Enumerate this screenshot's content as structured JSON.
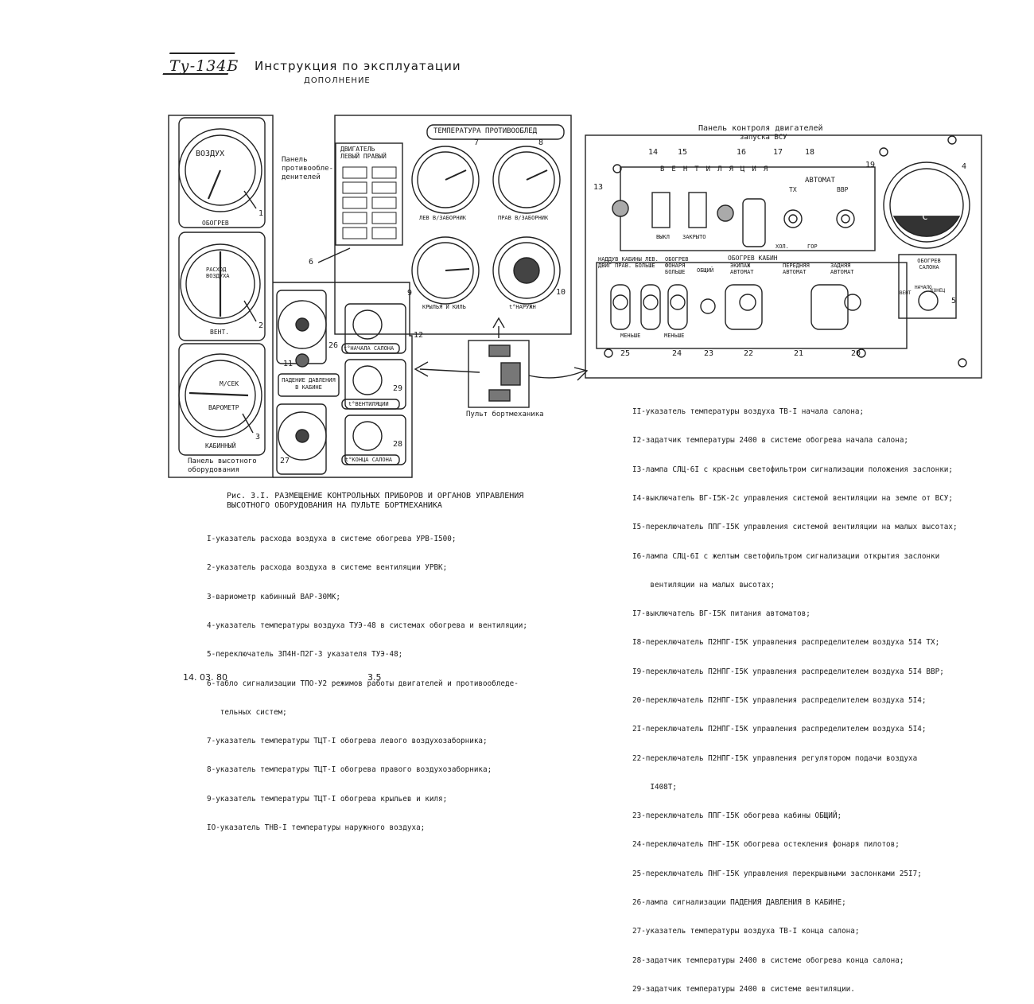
{
  "header": {
    "logo": "Ту-134Б",
    "title": "Инструкция по эксплуатации",
    "subtitle": "ДОПОЛНЕНИЕ"
  },
  "left_panel": {
    "gauge1_label": "ВОЗДУХ",
    "gauge1_btn": "ОБОГРЕВ",
    "gauge2_label": "РАСХОД ВОЗДУХА",
    "gauge2_btn": "ВЕНТ.",
    "gauge3_label": "М/СЕК",
    "gauge3_sub": "ВАРОМЕТР",
    "gauge3_btn": "КАБИННЫЙ",
    "caption": "Панель высотного оборудования",
    "anti_ice_caption": "Панель противообле- денителей"
  },
  "anti_ice_panel": {
    "title": "ТЕМПЕРАТУРА ПРОТИВООБЛЕД",
    "engine_label": "ДВИГАТЕЛЬ ЛЕВЫЙ ПРАВЫЙ",
    "g7": "ЛЕВ В/ЗАБОРНИК",
    "g8": "ПРАВ В/ЗАБОРНИК",
    "g9": "КРЫЛЬЯ И КИЛЬ",
    "g10": "t°НАРУЖН"
  },
  "mech_panel": {
    "l1": "t°НАЧАЛА САЛОНА",
    "l2": "ПАДЕНИЕ ДАВЛЕНИЯ В КАБИНЕ",
    "l3": "t°ВЕНТИЛЯЦИИ",
    "l4": "t°КОНЦА САЛОНА",
    "console": "Пульт бортмеханика"
  },
  "engine_panel": {
    "title": "Панель контроля двигателей",
    "subtitle": "запуска ВСУ",
    "ventilation": "ВЕНТИЛЯЦИЯ",
    "avtomat": "АВТОМАТ",
    "tx": "ТХ",
    "vvr": "ВВР",
    "vykl": "ВЫКЛ",
    "zakryto": "ЗАКРЫТО",
    "hol": "ХОЛ.",
    "gor": "ГОР",
    "obogrev_kabin": "ОБОГРЕВ КАБИН",
    "obshchiy": "ОБЩИЙ",
    "ekipazh": "ЭКИПАЖ АВТОМАТ",
    "perednyaya": "ПЕРЕДНЯЯ АВТОМАТ",
    "zadnyaya": "ЗАДНЯЯ АВТОМАТ",
    "menshe": "МЕНЬШЕ",
    "naddyv": "НАДДУВ КАБИНЫ ЛЕВ. ДВИГ ПРАВ. БОЛЬШЕ",
    "obogrev_fonarya": "ОБОГРЕВ ФОНАРЯ БОЛЬШЕ",
    "obogrev_salona": "ОБОГРЕВ САЛОНА",
    "vent": "ВЕНТ",
    "nachalo": "НАЧАЛО",
    "konec": "КОНЕЦ",
    "unit": "°С"
  },
  "figure_caption": [
    "Рис. 3.I.  РАЗМЕЩЕНИЕ КОНТРОЛЬНЫХ ПРИБОРОВ И ОРГАНОВ УПРАВЛЕНИЯ",
    "           ВЫСОТНОГО ОБОРУДОВАНИЯ НА ПУЛЬТЕ БОРТМЕХАНИКА"
  ],
  "legend_left": [
    "I-указатель расхода воздуха в системе обогрева УРВ-I500;",
    "2-указатель расхода воздуха в системе вентиляции УРВК;",
    "3-вариометр кабинный ВАР-30МК;",
    "4-указатель температуры воздуха ТУЭ-48 в системах обогрева и вентиляции;",
    "5-переключатель ЗП4Н-П2Г-3 указателя ТУЭ-48;",
    "6-табло сигнализации ТПО-У2 режимов работы двигателей и противообледе-",
    "   тельных систем;",
    "7-указатель температуры ТЦТ-I обогрева левого воздухозаборника;",
    "8-указатель температуры ТЦТ-I обогрева правого воздухозаборника;",
    "9-указатель температуры ТЦТ-I обогрева крыльев и киля;",
    "IO-указатель ТНВ-I температуры наружного воздуха;"
  ],
  "legend_right": [
    "II-указатель температуры воздуха ТВ-I начала салона;",
    "I2-задатчик температуры 2400 в системе обогрева начала салона;",
    "I3-лампа СЛЦ-6I с красным светофильтром сигнализации положения заслонки;",
    "I4-выключатель ВГ-I5К-2с управления системой вентиляции на земле от ВСУ;",
    "I5-переключатель ППГ-I5К управления системой вентиляции на малых высотах;",
    "I6-лампа СЛЦ-6I с желтым светофильтром сигнализации открытия заслонки",
    "    вентиляции на малых высотах;",
    "I7-выключатель ВГ-I5К питания автоматов;",
    "I8-переключатель П2НПГ-I5К управления распределителем воздуха 5I4 ТХ;",
    "I9-переключатель П2НПГ-I5К управления распределителем воздуха 5I4 ВВР;",
    "20-переключатель П2НПГ-I5К управления распределителем воздуха 5I4;",
    "2I-переключатель П2НПГ-I5К управления распределителем воздуха 5I4;",
    "22-переключатель П2НПГ-I5К управления регулятором подачи воздуха",
    "    I408Т;",
    "23-переключатель ППГ-I5К обогрева кабины ОБЩИЙ;",
    "24-переключатель ПНГ-I5К обогрева остекления фонаря пилотов;",
    "25-переключатель ПНГ-I5К управления перекрывными заслонками 25I7;",
    "26-лампа сигнализации ПАДЕНИЯ ДАВЛЕНИЯ В КАБИНЕ;",
    "27-указатель температуры воздуха ТВ-I конца салона;",
    "28-задатчик температуры 2400 в системе обогрева конца салона;",
    "29-задатчик температуры 2400 в системе вентиляции."
  ],
  "footer": {
    "date": "14. 03. 80",
    "page": "3.5"
  }
}
